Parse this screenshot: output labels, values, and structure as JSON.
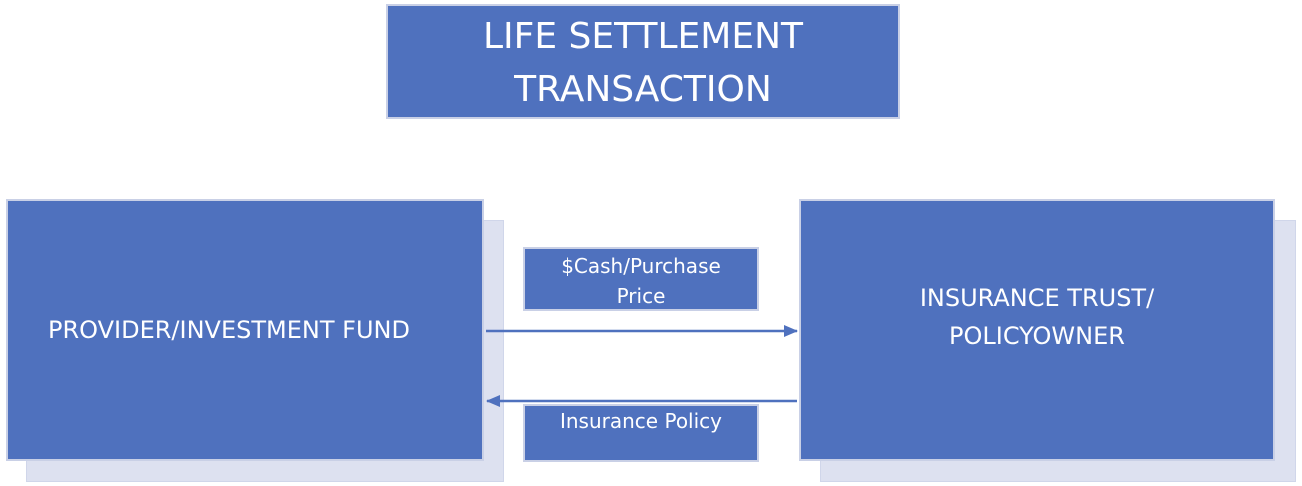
{
  "title": {
    "text": "LIFE SETTLEMENT\nTRANSACTION"
  },
  "nodes": {
    "provider": "PROVIDER/INVESTMENT FUND",
    "trust": "INSURANCE TRUST/\nPOLICYOWNER"
  },
  "edges": {
    "cash": "$Cash/Purchase\nPrice",
    "policy": "Insurance Policy"
  },
  "colors": {
    "box_fill": "#4f71be",
    "box_text": "#ffffff",
    "shadow_fill": "#dde1f0",
    "arrow": "#4f71be"
  }
}
